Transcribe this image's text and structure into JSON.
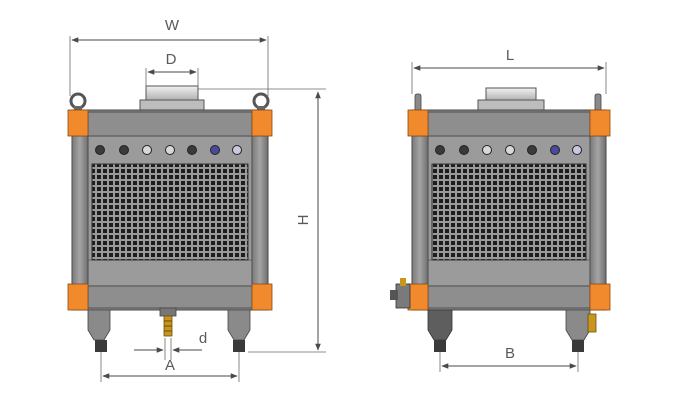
{
  "labels": {
    "W": "W",
    "D": "D",
    "H": "H",
    "d": "d",
    "A": "A",
    "L": "L",
    "B": "B"
  },
  "colors": {
    "frame": "#8c8c8c",
    "frame_dark": "#5e5e5e",
    "corner_block": "#f08a2c",
    "grille": "#1e1e1e",
    "fan_collar": "#d9d9d9",
    "fitting": "#c8961e",
    "dimension_line": "#4a4a4a"
  },
  "led_colors": [
    "#3a3a3a",
    "#3a3a3a",
    "#d8d8d8",
    "#d8d8d8",
    "#3a3a3a",
    "#4a4a9a",
    "#c8c8e0"
  ]
}
